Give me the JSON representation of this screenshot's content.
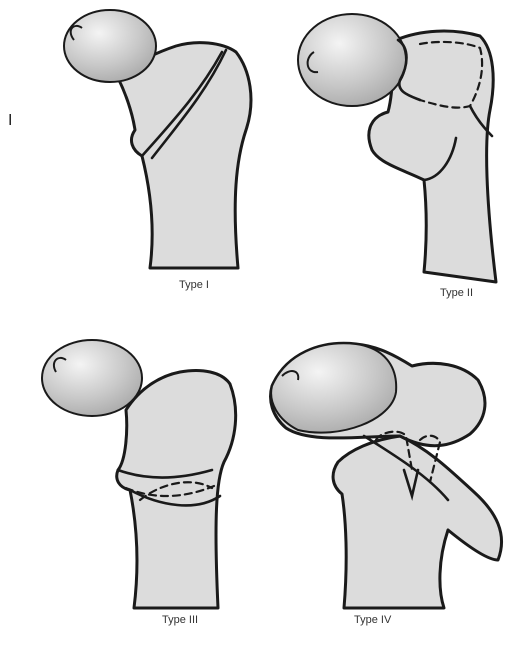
{
  "side_mark": "I",
  "panels": [
    {
      "caption": "Type I"
    },
    {
      "caption": "Type II"
    },
    {
      "caption": "Type III"
    },
    {
      "caption": "Type IV"
    }
  ],
  "colors": {
    "outline": "#1a1a1a",
    "bone_fill": "#dcdcdc",
    "head_highlight": "#f4f4f4",
    "head_shadow": "#a8a8a8"
  }
}
